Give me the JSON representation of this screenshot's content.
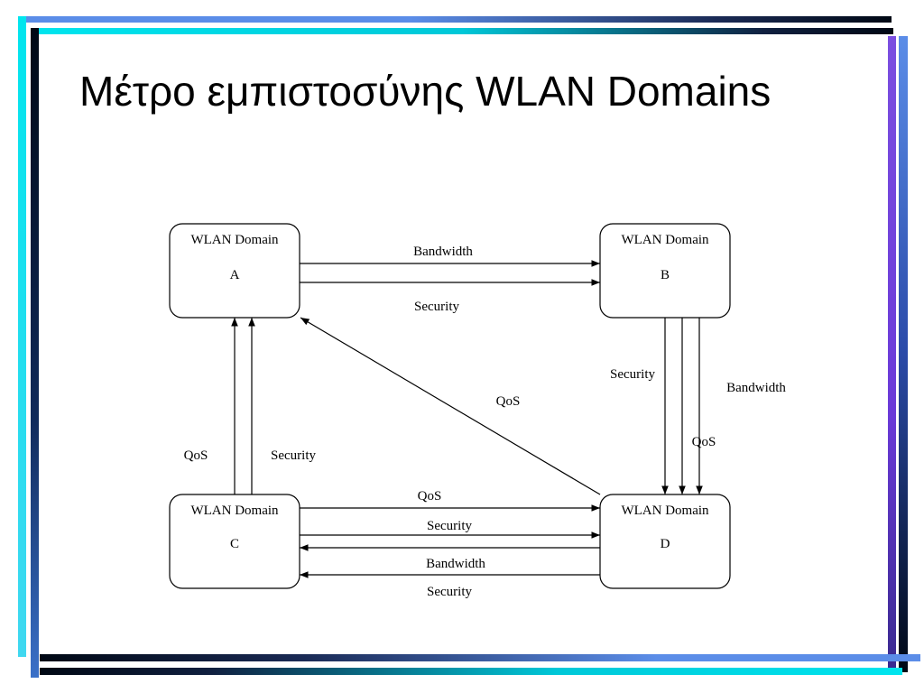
{
  "slide": {
    "title": "Μέτρο εμπιστοσύνης WLAN Domains",
    "colors": {
      "cyan": "#00e5ee",
      "blue": "#5b8de8",
      "purple": "#7b4fe0",
      "dark": "#000814"
    }
  },
  "diagram": {
    "nodes": {
      "A": {
        "title": "WLAN Domain",
        "letter": "A"
      },
      "B": {
        "title": "WLAN Domain",
        "letter": "B"
      },
      "C": {
        "title": "WLAN Domain",
        "letter": "C"
      },
      "D": {
        "title": "WLAN Domain",
        "letter": "D"
      }
    },
    "edges": [
      {
        "from": "A",
        "to": "B",
        "label": "Bandwidth"
      },
      {
        "from": "A",
        "to": "B",
        "label": "Security"
      },
      {
        "from": "B",
        "to": "D",
        "label": "Security"
      },
      {
        "from": "B",
        "to": "D",
        "label": "QoS"
      },
      {
        "from": "B",
        "to": "D",
        "label": "Bandwidth"
      },
      {
        "from": "D",
        "to": "A",
        "label": "QoS"
      },
      {
        "from": "C",
        "to": "A",
        "label": "QoS"
      },
      {
        "from": "C",
        "to": "A",
        "label": "Security"
      },
      {
        "from": "C",
        "to": "D",
        "label": "QoS"
      },
      {
        "from": "C",
        "to": "D",
        "label": "Security"
      },
      {
        "from": "D",
        "to": "C",
        "label": "Bandwidth"
      },
      {
        "from": "D",
        "to": "C",
        "label": "Security"
      }
    ]
  }
}
